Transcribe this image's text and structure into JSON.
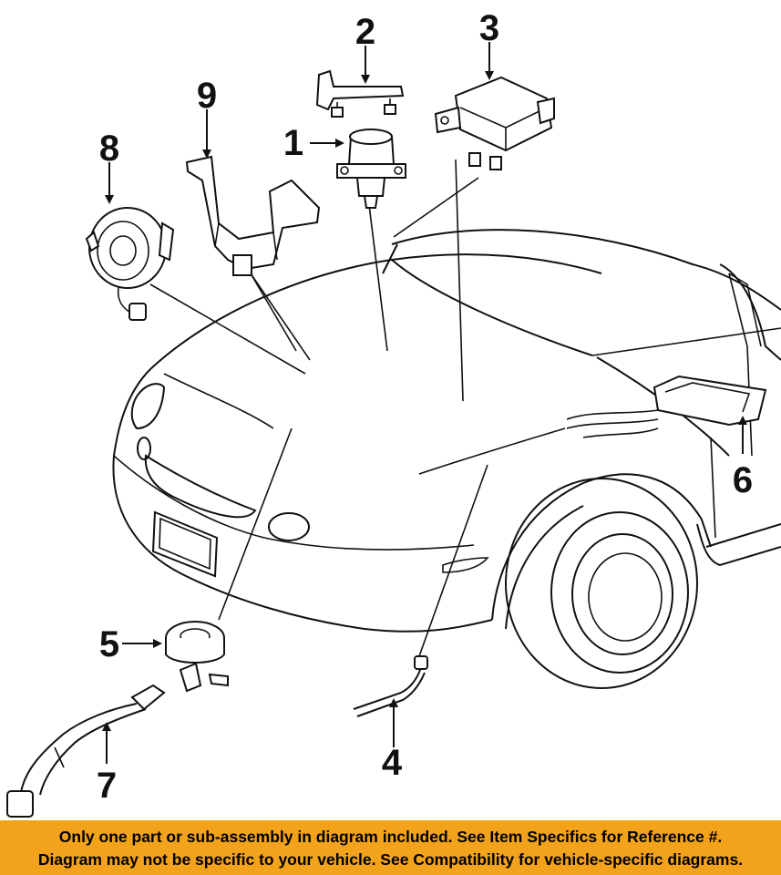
{
  "diagram": {
    "callouts": [
      {
        "number": "1",
        "part": "component-1"
      },
      {
        "number": "2",
        "part": "bracket-2"
      },
      {
        "number": "3",
        "part": "module-3"
      },
      {
        "number": "4",
        "part": "sensor-4"
      },
      {
        "number": "5",
        "part": "valve-5"
      },
      {
        "number": "6",
        "part": "component-6"
      },
      {
        "number": "7",
        "part": "tube-7"
      },
      {
        "number": "8",
        "part": "motor-8"
      },
      {
        "number": "9",
        "part": "bracket-9"
      }
    ]
  },
  "banner": {
    "line1": "Only one part or sub-assembly in diagram included. See Item Specifics for Reference #.",
    "line2": "Diagram may not be specific to your vehicle. See Compatibility for vehicle-specific diagrams.",
    "background_color": "#f2a31b"
  }
}
